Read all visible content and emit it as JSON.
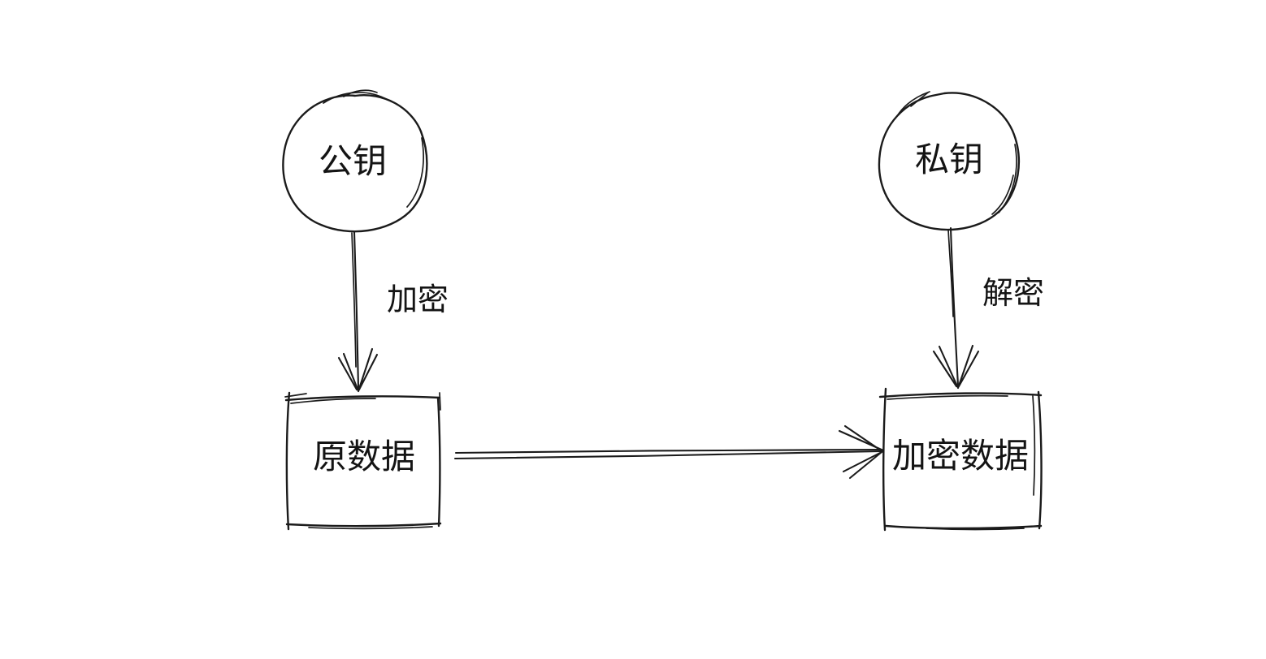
{
  "canvas": {
    "background": "#ffffff",
    "ink": "#1b1b1b",
    "style": "hand-drawn-sketch"
  },
  "nodes": [
    {
      "id": "public-key",
      "shape": "ellipse",
      "label": "公钥"
    },
    {
      "id": "private-key",
      "shape": "ellipse",
      "label": "私钥"
    },
    {
      "id": "original-data",
      "shape": "rectangle",
      "label": "原数据"
    },
    {
      "id": "encrypted-data",
      "shape": "rectangle",
      "label": "加密数据"
    }
  ],
  "edges": [
    {
      "id": "encrypt",
      "from": "public-key",
      "to": "original-data",
      "label": "加密",
      "direction": "down"
    },
    {
      "id": "decrypt",
      "from": "private-key",
      "to": "encrypted-data",
      "label": "解密",
      "direction": "down"
    },
    {
      "id": "transform",
      "from": "original-data",
      "to": "encrypted-data",
      "label": "",
      "direction": "right"
    }
  ]
}
